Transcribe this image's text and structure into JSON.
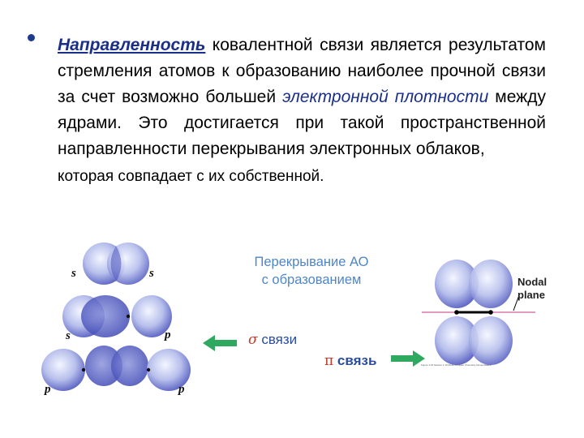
{
  "text": {
    "term": "Направленность",
    "part1": " ковалентной связи является результатом стремления атомов к образованию наиболее прочной связи за счет возможно большей ",
    "italic": "электронной плотности",
    "part2": " между ядрами. Это достигается при такой пространственной направленности перекрывания электронных облаков,",
    "last_line": "которая совпадает с их собственной."
  },
  "diagram": {
    "caption_line1": "Перекрывание АО",
    "caption_line2": "с образованием",
    "sigma_symbol": "σ",
    "sigma_word": "связи",
    "pi_symbol": "π",
    "pi_word": "связь",
    "labels": {
      "s1": "s",
      "s2": "s",
      "s3": "s",
      "p1": "p",
      "p2": "p",
      "p3": "p"
    },
    "nodal_line1": "Nodal",
    "nodal_line2": "plane",
    "fine_print": "Figure 1.16 Section 1.10 More Complex Chemistry Nomenclature"
  },
  "colors": {
    "orbital_light": "#f4f6ff",
    "orbital_dark": "#3c46b4",
    "arrow_green": "#2fa860",
    "nodal_plane": "#d87aa8"
  }
}
